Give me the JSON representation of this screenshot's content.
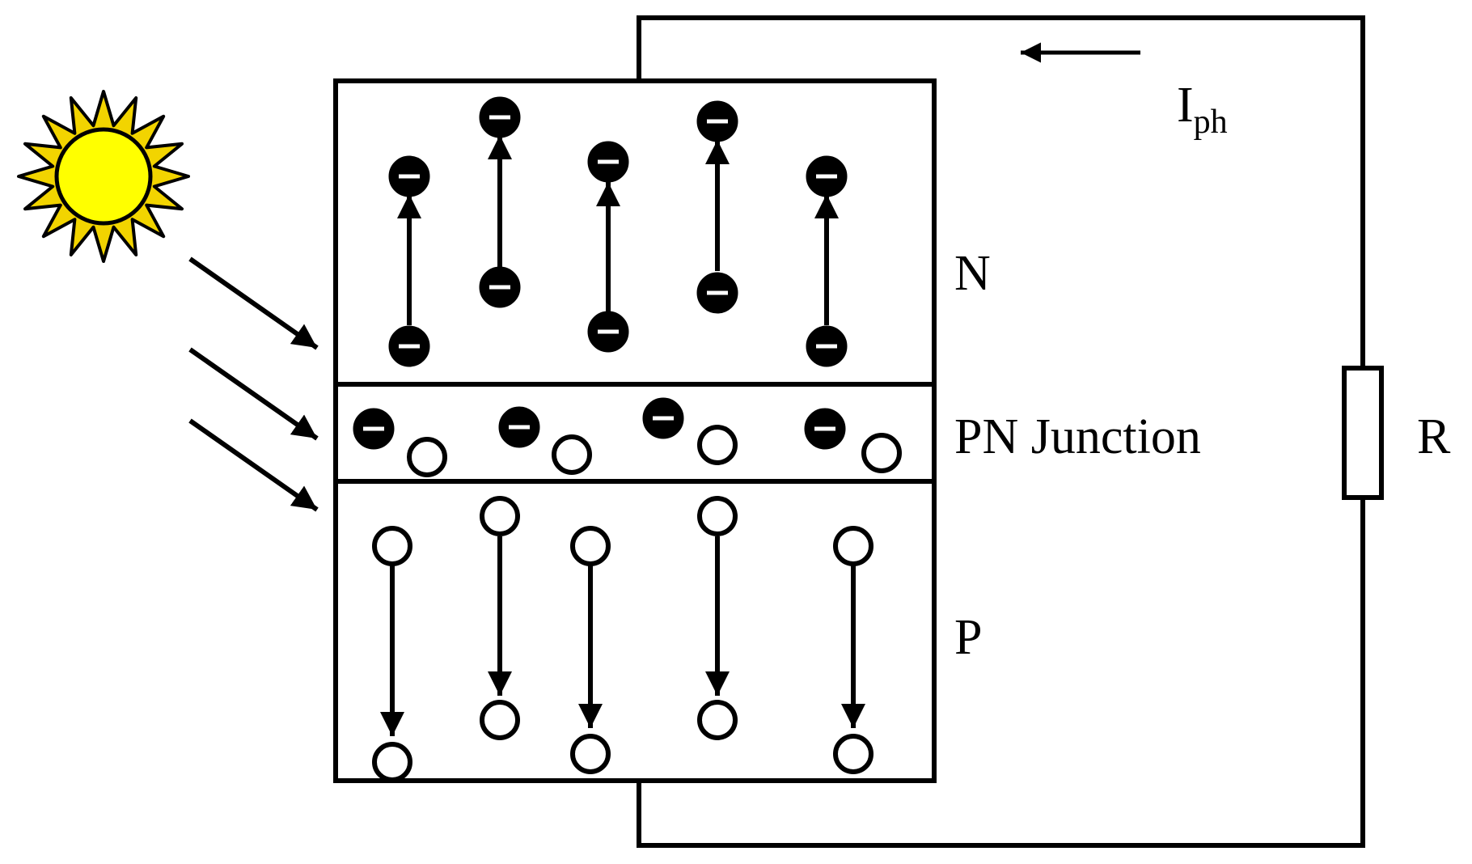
{
  "labels": {
    "n_region": "N",
    "junction": "PN Junction",
    "p_region": "P",
    "current_main": "I",
    "current_sub": "ph",
    "resistor": "R"
  },
  "colors": {
    "ink": "#000000",
    "sun_fill": "#FFFF00",
    "sun_rays": "#F2D400",
    "background": "#FFFFFF"
  },
  "icons": {
    "sun": "sun-icon",
    "electron": "electron-icon",
    "hole": "hole-icon"
  }
}
